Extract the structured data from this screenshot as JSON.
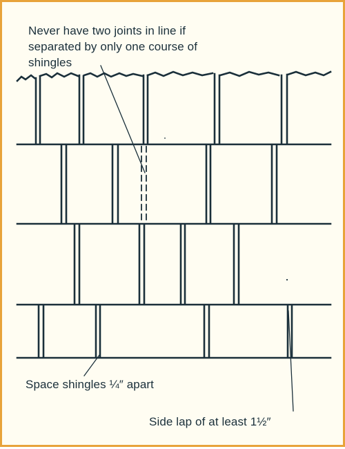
{
  "diagram": {
    "annotations": {
      "joints_line1": "Never have two joints in line if",
      "joints_line2": "separated by only one course of",
      "joints_line3": "shingles",
      "spacing": "Space shingles ¼″ apart",
      "side_lap": "Side lap of at least 1½″"
    }
  },
  "colors": {
    "border": "#e8a33a",
    "background": "#fffdf2",
    "ink": "#1a2f3a"
  }
}
